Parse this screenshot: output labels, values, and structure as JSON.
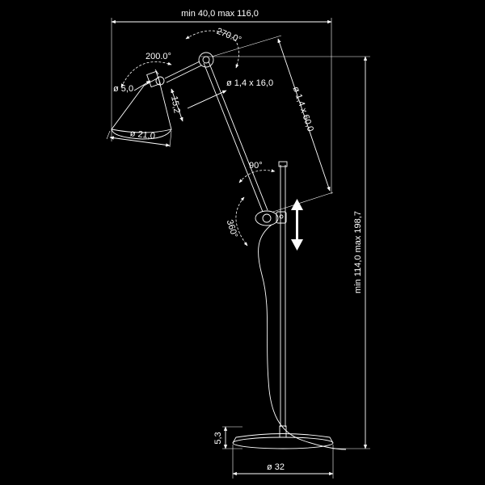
{
  "dimensions": {
    "width_range": "min 40,0   max 116,0",
    "height_range": "min 114,0  max 198,7",
    "base_diameter": "ø 32",
    "base_height": "5,3",
    "shade_diameter": "ø 21,0",
    "shade_height": "15,2",
    "socket_diameter": "ø 5,0",
    "arm_upper": "ø 1,4 x 16,0",
    "arm_lower": "ø 1,4 x 60,0",
    "angle_shade": "200.0°",
    "angle_joint_top": "270.0°",
    "angle_joint_mid": "90°",
    "angle_rotation": "360°"
  },
  "colors": {
    "background": "#000000",
    "line": "#ffffff"
  }
}
